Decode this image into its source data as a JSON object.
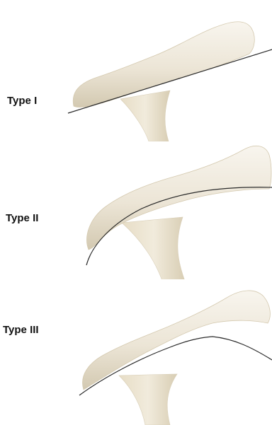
{
  "acromion_types": [
    {
      "label": "Type I"
    },
    {
      "label": "Type II"
    },
    {
      "label": "Type III"
    }
  ],
  "colors": {
    "bone_fill": "#ece5d6",
    "bone_highlight": "#f8f5ee",
    "bone_shadow": "#cfc5ad",
    "reference_line": "#2a2a2a",
    "label_text": "#111111"
  }
}
